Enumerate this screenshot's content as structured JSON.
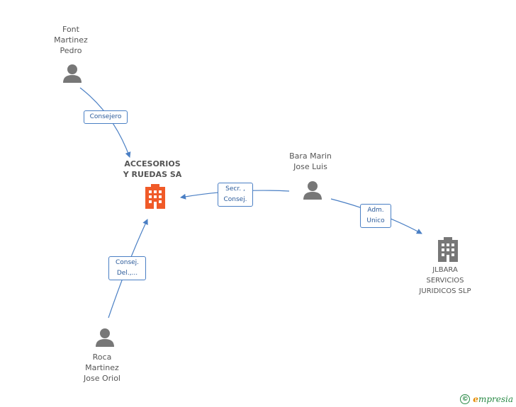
{
  "nodes": {
    "main_company": {
      "label_line1": "ACCESORIOS",
      "label_line2": "Y RUEDAS SA",
      "color": "#f05a28"
    },
    "font_martinez": {
      "line1": "Font",
      "line2": "Martinez",
      "line3": "Pedro"
    },
    "bara_marin": {
      "line1": "Bara Marin",
      "line2": "Jose Luis"
    },
    "roca_martinez": {
      "line1": "Roca",
      "line2": "Martinez",
      "line3": "Jose Oriol"
    },
    "jlbara": {
      "line1": "JLBARA",
      "line2": "SERVICIOS",
      "line3": "JURIDICOS SLP",
      "color": "#777777"
    }
  },
  "edges": {
    "consejero": {
      "line1": "Consejero"
    },
    "secr_consej": {
      "line1": "Secr. ,",
      "line2": "Consej."
    },
    "consej_del": {
      "line1": "Consej.",
      "line2": "Del.,..."
    },
    "adm_unico": {
      "line1": "Adm.",
      "line2": "Unico"
    }
  },
  "colors": {
    "edge": "#4a7fc4",
    "person": "#777777",
    "accent": "#f05a28"
  },
  "footer": {
    "copyright": "©",
    "brand_e": "e",
    "brand_rest": "mpresia"
  }
}
